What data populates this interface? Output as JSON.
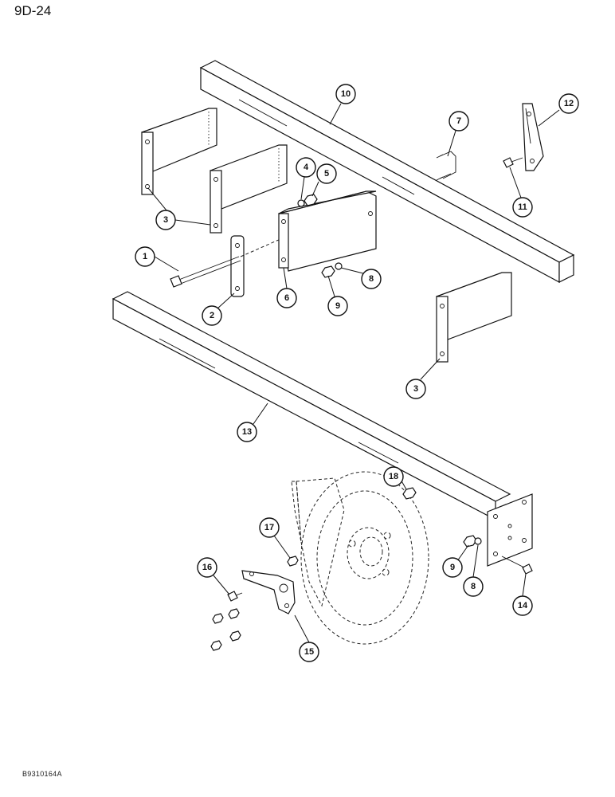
{
  "page_label": "9D-24",
  "figure_code": "B9310164A",
  "callouts": [
    {
      "id": "c1",
      "text": "1"
    },
    {
      "id": "c2",
      "text": "2"
    },
    {
      "id": "c3a",
      "text": "3"
    },
    {
      "id": "c3b",
      "text": "3"
    },
    {
      "id": "c4",
      "text": "4"
    },
    {
      "id": "c5",
      "text": "5"
    },
    {
      "id": "c6",
      "text": "6"
    },
    {
      "id": "c7",
      "text": "7"
    },
    {
      "id": "c8a",
      "text": "8"
    },
    {
      "id": "c8b",
      "text": "8"
    },
    {
      "id": "c9a",
      "text": "9"
    },
    {
      "id": "c9b",
      "text": "9"
    },
    {
      "id": "c10",
      "text": "10"
    },
    {
      "id": "c11",
      "text": "11"
    },
    {
      "id": "c12",
      "text": "12"
    },
    {
      "id": "c13",
      "text": "13"
    },
    {
      "id": "c14",
      "text": "14"
    },
    {
      "id": "c15",
      "text": "15"
    },
    {
      "id": "c16",
      "text": "16"
    },
    {
      "id": "c17",
      "text": "17"
    },
    {
      "id": "c18",
      "text": "18"
    }
  ]
}
